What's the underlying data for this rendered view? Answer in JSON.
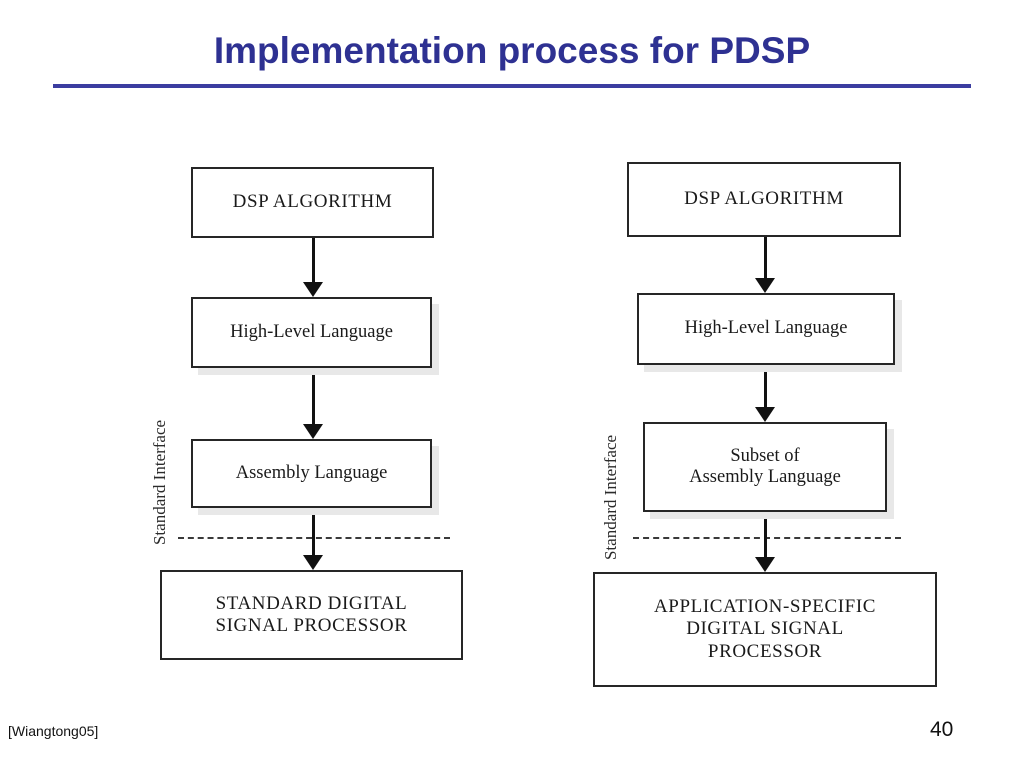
{
  "slide": {
    "title": "Implementation process for PDSP",
    "title_color": "#2e3192",
    "rule_color": "#3b3da0",
    "background": "#ffffff"
  },
  "footer": {
    "citation": "[Wiangtong05]",
    "page_number": "40"
  },
  "diagrams": [
    {
      "id": "standard-dsp-flow",
      "side_label": "Standard Interface",
      "nodes": [
        {
          "id": "dsp-algorithm",
          "label": "DSP ALGORITHM",
          "style": "caps",
          "shadow": false
        },
        {
          "id": "high-level-language",
          "label": "High-Level Language",
          "style": "plain",
          "shadow": true
        },
        {
          "id": "assembly-language",
          "label": "Assembly Language",
          "style": "plain",
          "shadow": true
        },
        {
          "id": "standard-digital-signal-processor",
          "label": "STANDARD DIGITAL\nSIGNAL PROCESSOR",
          "style": "caps",
          "shadow": false
        }
      ],
      "separator": "dashed"
    },
    {
      "id": "application-specific-dsp-flow",
      "side_label": "Standard Interface",
      "nodes": [
        {
          "id": "dsp-algorithm",
          "label": "DSP ALGORITHM",
          "style": "caps",
          "shadow": false
        },
        {
          "id": "high-level-language",
          "label": "High-Level Language",
          "style": "plain",
          "shadow": true
        },
        {
          "id": "subset-of-assembly-language",
          "label": "Subset of\nAssembly Language",
          "style": "plain",
          "shadow": true
        },
        {
          "id": "application-specific-digital-signal-processor",
          "label": "APPLICATION-SPECIFIC\nDIGITAL SIGNAL\nPROCESSOR",
          "style": "caps",
          "shadow": false
        }
      ],
      "separator": "dashed"
    }
  ],
  "colors": {
    "box_border": "#262626",
    "box_shadow": "#e8e8e8",
    "arrow": "#111111",
    "dashed_line": "#3a3a3a",
    "text": "#1a1a1a"
  }
}
